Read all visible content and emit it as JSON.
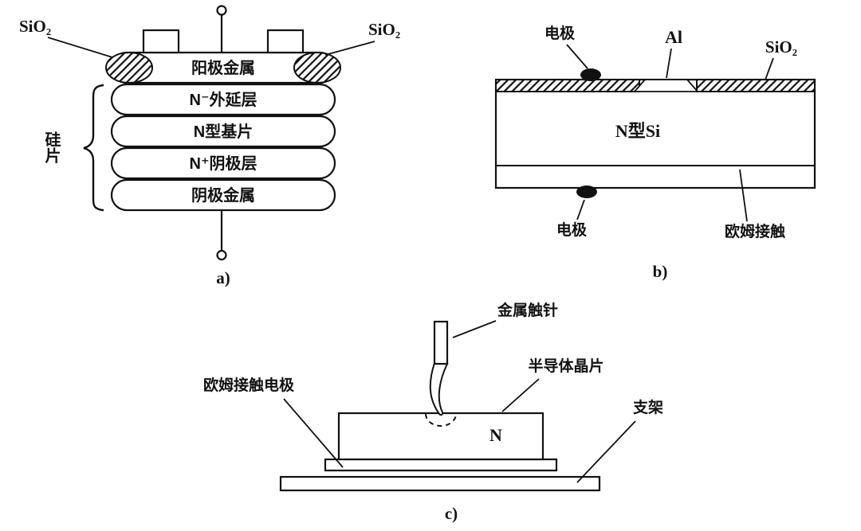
{
  "page": {
    "background": "#ffffff",
    "ink": "#111111"
  },
  "figure_a": {
    "caption": "a)",
    "sio2_label_left": "SiO₂",
    "sio2_label_right": "SiO₂",
    "layers": {
      "anode_metal": "阳极金属",
      "n_epitaxial": "N⁻外延层",
      "n_substrate": "N型基片",
      "n_cathode": "N⁺阴极层",
      "cathode_metal": "阴极金属"
    },
    "brace_label": "硅片"
  },
  "figure_b": {
    "caption": "b)",
    "top_electrode_label": "电极",
    "al_label": "Al",
    "sio2_label": "SiO₂",
    "body_label": "N型Si",
    "bottom_electrode_label": "电极",
    "ohmic_contact_label": "欧姆接触"
  },
  "figure_c": {
    "caption": "c)",
    "needle_label": "金属触针",
    "wafer_label": "半导体晶片",
    "n_region_label": "N",
    "ohmic_electrode_label": "欧姆接触电极",
    "support_label": "支架"
  }
}
